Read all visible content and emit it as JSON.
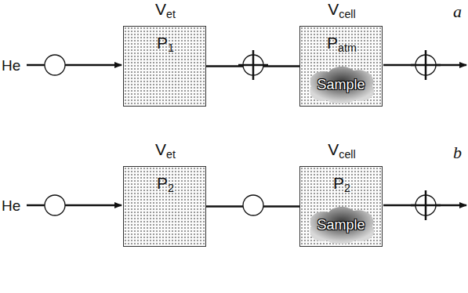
{
  "diagram": {
    "nodes": [
      {
        "text": [
          "Vet",
          "P1"
        ]
      },
      {
        "text": [
          "Vcell",
          "Patm"
        ]
      },
      {
        "text": [
          "Sample"
        ],
        "in": 1
      },
      {
        "text": [
          "Vet",
          "P2"
        ]
      },
      {
        "text": [
          "Vcell",
          "P2"
        ]
      },
      {
        "text": [
          "Sample"
        ],
        "in": 4
      }
    ],
    "edges": [
      {
        "from": 0,
        "to": 1,
        "arrow": "none"
      },
      {
        "from": 3,
        "to": 4,
        "arrow": "none"
      }
    ],
    "labels": [
      "He",
      "He",
      "a",
      "b"
    ]
  }
}
